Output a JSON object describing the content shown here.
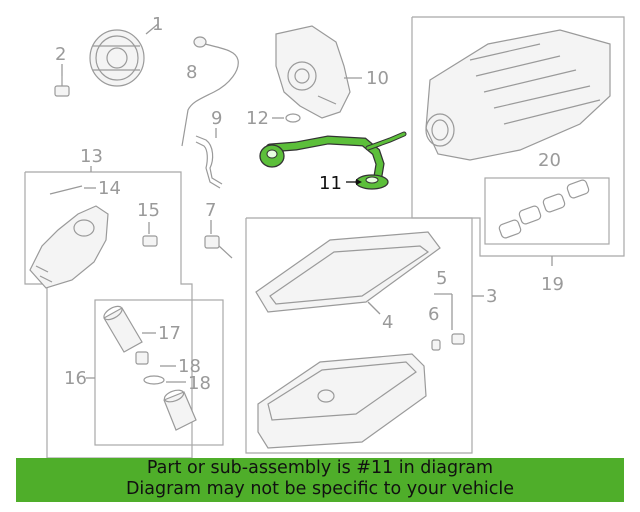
{
  "callouts": {
    "c1": "1",
    "c2": "2",
    "c3": "3",
    "c4": "4",
    "c5": "5",
    "c6": "6",
    "c7": "7",
    "c8": "8",
    "c9": "9",
    "c10": "10",
    "c11": "11",
    "c12": "12",
    "c13": "13",
    "c14": "14",
    "c15": "15",
    "c16": "16",
    "c17": "17",
    "c18a": "18",
    "c18b": "18",
    "c19": "19",
    "c20": "20"
  },
  "highlight_part": "11",
  "highlight_color": "#5cbf3a",
  "banner": {
    "line1": "Part or sub-assembly is #11 in diagram",
    "line2": "Diagram may not be specific to your vehicle",
    "color": "#4fae2a"
  }
}
